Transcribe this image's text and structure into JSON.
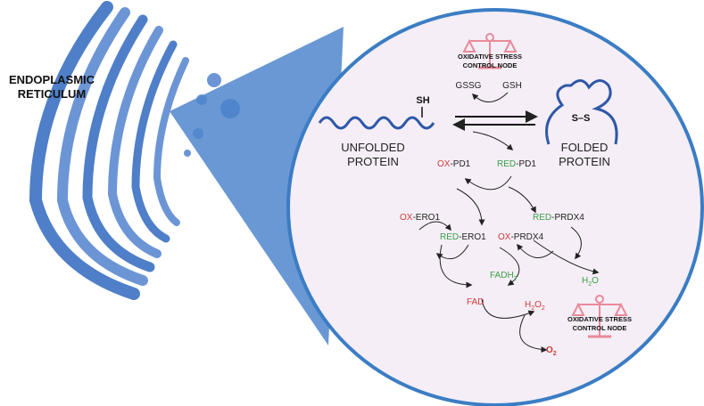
{
  "organelle": {
    "line1": "ENDOPLASMIC",
    "line2": "RETICULUM"
  },
  "node_top": {
    "line1": "OXIDATIVE STRESS",
    "line2": "CONTROL NODE"
  },
  "node_bottom": {
    "line1": "OXIDATIVE STRESS",
    "line2": "CONTROL NODE"
  },
  "unfolded": {
    "line1": "UNFOLDED",
    "line2": "PROTEIN",
    "group": "SH"
  },
  "folded": {
    "line1": "FOLDED",
    "line2": "PROTEIN",
    "bond": "S–S"
  },
  "gssg": "GSSG",
  "gsh": "GSH",
  "ox_pd1": {
    "prefix": "OX",
    "name": "-PD1"
  },
  "red_pd1": {
    "prefix": "RED",
    "name": "-PD1"
  },
  "ox_ero1": {
    "prefix": "OX",
    "name": "-ERO1"
  },
  "red_ero1": {
    "prefix": "RED",
    "name": "-ERO1"
  },
  "red_prdx4": {
    "prefix": "RED",
    "name": "-PRDX4"
  },
  "ox_prdx4": {
    "prefix": "OX",
    "name": "-PRDX4"
  },
  "fadh2": {
    "base": "FADH",
    "sub": "2"
  },
  "fad": "FAD",
  "h2o": {
    "a": "H",
    "sub": "2",
    "b": "O"
  },
  "h2o2": {
    "a": "H",
    "sub1": "2",
    "b": "O",
    "sub2": "2"
  },
  "o2": {
    "a": "O",
    "sub": "2"
  },
  "colors": {
    "ox": "#d03a3a",
    "red": "#3aa04a",
    "er": "#4f7fc8",
    "circle_border": "#3b7dc4",
    "circle_fill": "#f5eef6",
    "node": "#e98a9a"
  }
}
